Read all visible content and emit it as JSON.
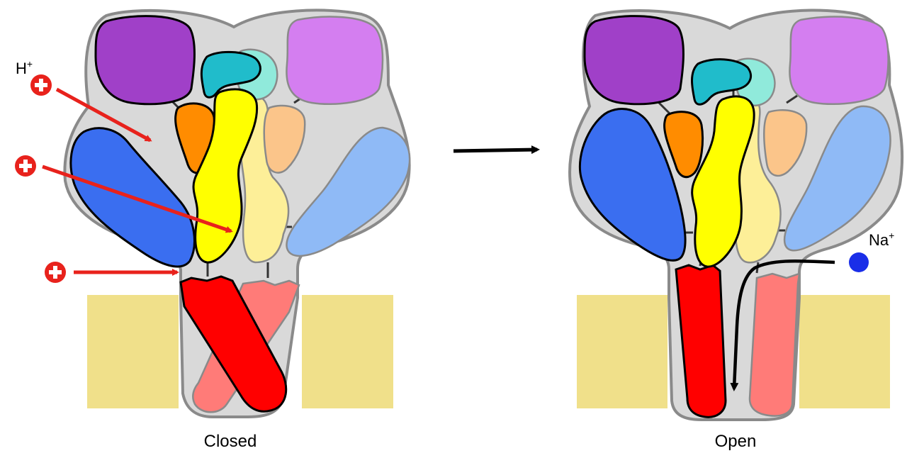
{
  "states": {
    "left": {
      "caption": "Closed"
    },
    "right": {
      "caption": "Open"
    }
  },
  "labels": {
    "proton": "H",
    "proton_charge": "+",
    "sodium": "Na",
    "sodium_charge": "+"
  },
  "colors": {
    "background": "#ffffff",
    "membrane": "#f0e08a",
    "protein_body": "#d9d9d9",
    "protein_outline": "#8a8a8a",
    "ecd_left": "#a040c8",
    "ecd_right": "#d47ef0",
    "cyan_left": "#20bccb",
    "cyan_right": "#90eadb",
    "orange_left": "#ff8c00",
    "orange_right": "#fbc58a",
    "yellow_left": "#ffff00",
    "yellow_right": "#fdef98",
    "blue_left": "#3a6ef0",
    "blue_right": "#8fbaf6",
    "red_left": "#ff0000",
    "red_right": "#ff7b78",
    "proton_arrow": "#e8221c",
    "sodium_ion": "#1a2ee8",
    "flow_arrow": "#000000"
  },
  "icons": [
    "plus-circle-icon",
    "arrow-right-icon",
    "curved-arrow-icon"
  ]
}
